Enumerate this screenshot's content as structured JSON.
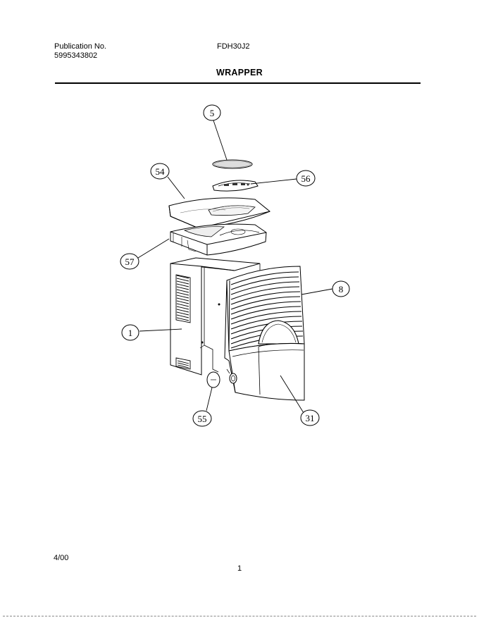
{
  "header": {
    "publication_label": "Publication No.",
    "publication_number": "5995343802",
    "model": "FDH30J2",
    "section_title": "WRAPPER"
  },
  "callouts": [
    "5",
    "54",
    "56",
    "57",
    "8",
    "1",
    "55",
    "31"
  ],
  "footer": {
    "date": "4/00",
    "page": "1"
  }
}
